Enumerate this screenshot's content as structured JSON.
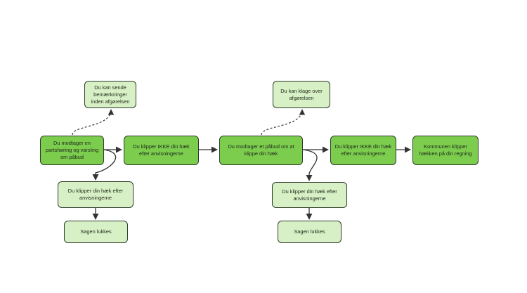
{
  "diagram": {
    "colors": {
      "primary": "#7ccc4e",
      "secondary": "#d8f0c6",
      "border": "#2f3b2a",
      "edge": "#333333"
    },
    "nodes": {
      "n1": {
        "label": "Du modtager en\npartshøring og varsling\nom påbud",
        "style": "primary"
      },
      "n2": {
        "label": "Du klipper IKKE din hæk\nefter anvisningerne",
        "style": "primary"
      },
      "n3": {
        "label": "Du modtager et påbud om at\nklippe din hæk",
        "style": "primary"
      },
      "n4": {
        "label": "Du klipper IKKE din hæk\nefter anvisningerne",
        "style": "primary"
      },
      "n5": {
        "label": "Kommunen klipper\nhækken på din regning",
        "style": "primary"
      },
      "n6": {
        "label": "Du kan sende\nbemærkninger\ninden afgørelsen",
        "style": "secondary"
      },
      "n7": {
        "label": "Du klipper din hæk efter\nanvisningerne",
        "style": "secondary"
      },
      "n8": {
        "label": "Sagen lukkes",
        "style": "secondary"
      },
      "n9": {
        "label": "Du kan klage over\nafgørelsen",
        "style": "secondary"
      },
      "n10": {
        "label": "Du klipper din hæk efter\nanvisningerne",
        "style": "secondary"
      },
      "n11": {
        "label": "Sagen lukkes",
        "style": "secondary"
      }
    },
    "edges": [
      {
        "from": "n1",
        "to": "n2",
        "style": "solid"
      },
      {
        "from": "n2",
        "to": "n3",
        "style": "solid"
      },
      {
        "from": "n3",
        "to": "n4",
        "style": "solid"
      },
      {
        "from": "n4",
        "to": "n5",
        "style": "solid"
      },
      {
        "from": "n1",
        "to": "n6",
        "style": "dashed"
      },
      {
        "from": "n1",
        "to": "n7",
        "style": "solid"
      },
      {
        "from": "n7",
        "to": "n8",
        "style": "solid"
      },
      {
        "from": "n3",
        "to": "n9",
        "style": "dashed"
      },
      {
        "from": "n3",
        "to": "n10",
        "style": "solid"
      },
      {
        "from": "n10",
        "to": "n11",
        "style": "solid"
      }
    ]
  }
}
